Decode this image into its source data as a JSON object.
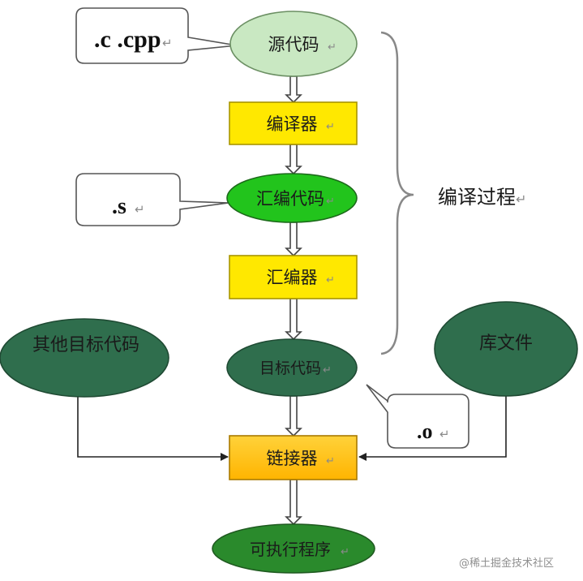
{
  "nodes": {
    "source_code": "源代码",
    "compiler": "编译器",
    "assembly_code": "汇编代码",
    "assembler": "汇编器",
    "object_code": "目标代码",
    "other_object_code": "其他目标代码",
    "library_files": "库文件",
    "linker": "链接器",
    "executable": "可执行程序"
  },
  "callouts": {
    "source_ext": ".c .cpp",
    "assembly_ext": ".s",
    "object_ext": ".o"
  },
  "bracket_label": "编译过程",
  "paragraph_mark": "↵",
  "watermark": "@稀土掘金技术社区",
  "colors": {
    "pale_green": "#c9e8c2",
    "bright_green": "#22c41c",
    "dark_green": "#2f6e4d",
    "bright_dark_green": "#2a8a2c",
    "yellow_box": "#ffe800",
    "orange_box": "#ffc21a",
    "bracket_label": "#a0292b"
  }
}
